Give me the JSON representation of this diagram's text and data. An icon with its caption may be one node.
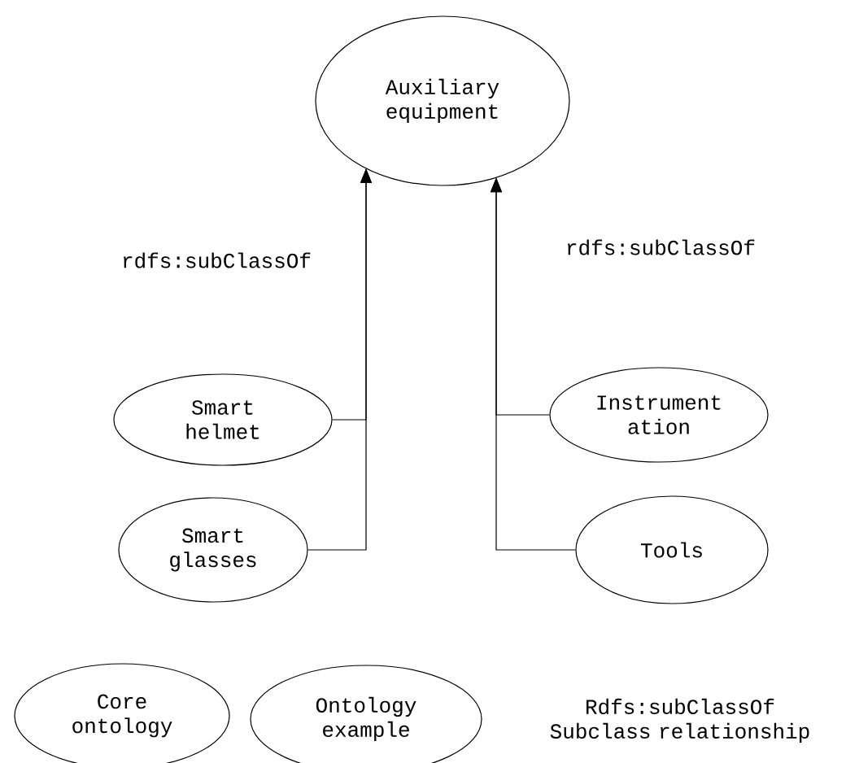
{
  "diagram": {
    "nodes": [
      {
        "text": [
          "Auxiliary equipment"
        ]
      },
      {
        "text": [
          "Smart helmet"
        ]
      },
      {
        "text": [
          "Smart glasses"
        ]
      },
      {
        "text": [
          "Instrument ation"
        ]
      },
      {
        "text": [
          "Tools"
        ]
      },
      {
        "text": [
          "Core ontology"
        ]
      },
      {
        "text": [
          "Ontology example"
        ]
      }
    ],
    "edges": [
      {
        "from": 1,
        "to": 0,
        "arrow": "to",
        "label": "rdfs:subClassOf"
      },
      {
        "from": 2,
        "to": 0,
        "arrow": "to"
      },
      {
        "from": 3,
        "to": 0,
        "arrow": "to",
        "label": "rdfs:subClassOf"
      },
      {
        "from": 4,
        "to": 0,
        "arrow": "to"
      }
    ],
    "labels": [
      "Rdfs:subClassOf Subclass relationship"
    ]
  }
}
